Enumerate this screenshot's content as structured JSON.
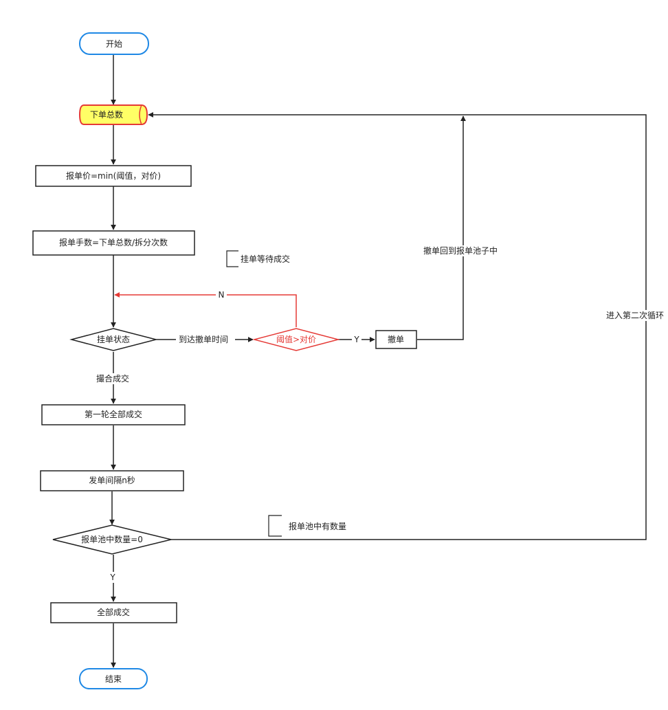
{
  "colors": {
    "line": "#222222",
    "terminal_border": "#1e88e5",
    "highlight_fill": "#ffff66",
    "highlight_border": "#e53935",
    "red": "#e53935",
    "red_text": "#e53935"
  },
  "nodes": {
    "start": "开始",
    "total_orders": "下单总数",
    "order_price": "报单价=min(阈值，对价)",
    "order_lots": "报单手数=下单总数/拆分次数",
    "order_status": "挂单状态",
    "threshold_check": "阈值>对价",
    "cancel": "撤单",
    "first_round_filled": "第一轮全部成交",
    "send_interval": "发单间隔n秒",
    "pool_check": "报单池中数量=0",
    "all_filled": "全部成交",
    "end": "结束"
  },
  "edge_labels": {
    "reach_cancel_time": "到达撤单时间",
    "no": "N",
    "yes_threshold": "Y",
    "matched_filled": "撮合成交",
    "cancel_back_to_pool": "撤单回到报单池子中",
    "enter_second_loop": "进入第二次循环",
    "yes_pool": "Y"
  },
  "annotations": {
    "waiting_fill": "挂单等待成交",
    "pool_has_quantity": "报单池中有数量"
  }
}
